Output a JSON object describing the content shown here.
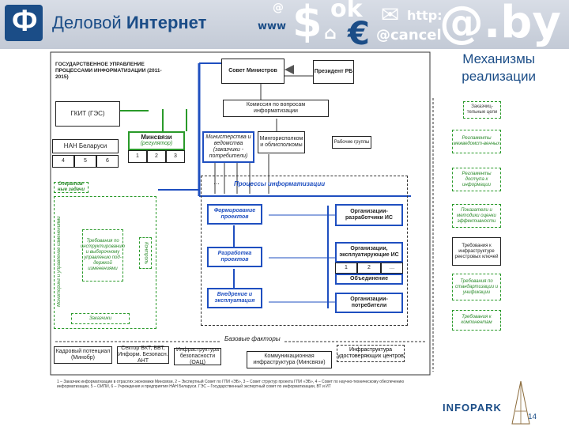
{
  "header": {
    "brand_regular": "Деловой",
    "brand_bold": "Интернет",
    "glyph_at": "@",
    "glyph_www": "www",
    "glyph_dollar": "$",
    "glyph_ok": "ok",
    "glyph_http": "http:",
    "glyph_euro": "€",
    "glyph_cancel": "@cancel",
    "glyph_by": "@.by",
    "glyph_home": "⌂",
    "glyph_mail": "✉"
  },
  "slide": {
    "title_line1": "Механизмы",
    "title_line2": "реализации",
    "page_number": "14",
    "infopark": "INFOPARK"
  },
  "diagram": {
    "gov_title": "ГОСУДАРСТВЕННОЕ УПРАВЛЕНИЕ ПРОЦЕССАМИ ИНФОРМАТИЗАЦИИ (2011-2015)",
    "council": "Совет Министров",
    "president": "Президент РБ",
    "commission": "Комиссия по вопросам информатизации",
    "gkit": "ГКИТ (ГЭС)",
    "nan": "НАН Беларуси",
    "nan_n1": "4",
    "nan_n2": "5",
    "nan_n3": "6",
    "minsvyaz": "Минсвязи",
    "regulator": "(регулятор)",
    "ms_n1": "1",
    "ms_n2": "2",
    "ms_n3": "3",
    "ministries": "Министерства и ведомства (заказчики - потребители)",
    "mingorispolkom": "Мингорисполком и облисполкомы",
    "working_groups": "Рабочие группы",
    "dots": "…",
    "processes": "Процессы информатизации",
    "stage1": "Формирование проектов",
    "stage2": "Разработка проектов",
    "stage3": "Внедрение и эксплуатация",
    "dev_orgs": "Организации-разработчики ИС",
    "ops_orgs": "Организации, эксплуатирующие ИС",
    "ops_n1": "1",
    "ops_n2": "2",
    "ops_n3": "…",
    "union": "Объединение",
    "consumer_orgs": "Организации-потребители",
    "base_factors": "Базовые факторы",
    "f1": "Кадровый потенциал (Минобр)",
    "f2": "Сектор ВКТ, ВВТ, Информ. Безопасн. АНТ",
    "f3": "Инфраструктура безопасности (ОАЦ)",
    "f4": "Коммуникационная инфраструктура (Минсвязи)",
    "f5": "Инфраструктура удостоверяющих центров",
    "left_zone": "Мониторинг и управление изменениями",
    "left_top": "Оператив-ные задачи",
    "left_mid": "Требования по инструктированию и выборочному управлению под-держкой изменениями",
    "left_bottom": "Заказчики",
    "left_ctrl": "Контроль",
    "right_top": "Заказчиц-тельные цели",
    "right_r1": "Регламенты межведомст-венных",
    "right_r2": "Регламенты доступа к информации",
    "right_r3": "Показатели и методики оценки эффективности",
    "right_r4": "Требования к инфраструктуре реестровых ключей",
    "right_r5": "Требования по стандартизации и унификации",
    "right_r6": "Требования к компонентам",
    "footnote": "1 – Заказчик информатизации в отраслях экономики Минсвязи, 2 – Экспертный Совет по ГПИ «ЭБ», 3 – Совет структур проекта ГПИ «ЭБ», 4 – Совет по научно-техническому обеспечению информатизации, 5 – ОИПИ, 6 – Учреждения и предприятия НАН Беларуси. ГЭС – Государственный экспертный совет по информатизации, ВТ и ИТ"
  }
}
